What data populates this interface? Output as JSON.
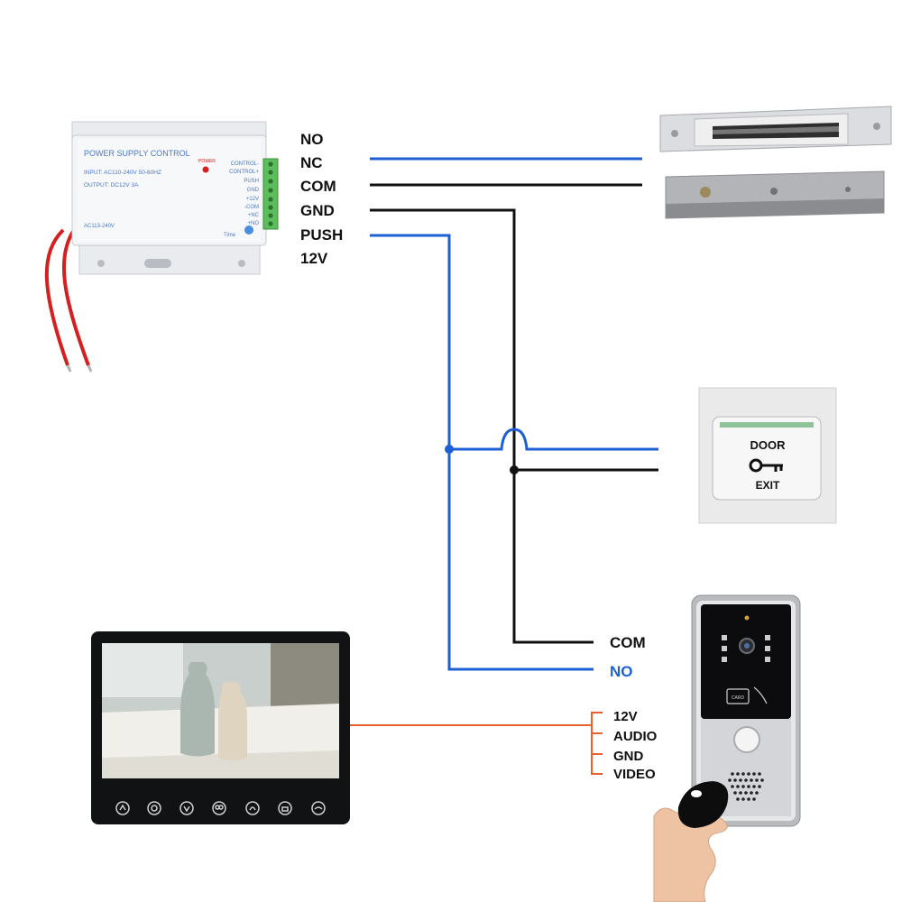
{
  "psu": {
    "title": "POWER SUPPLY CONTROL",
    "input": "INPUT: AC110-240V 50-60HZ",
    "output": "OUTPUT: DC12V  3A",
    "ac_label": "AC113-240V",
    "power_label": "POWER",
    "time_label": "Time",
    "terminals": [
      "CONTROL-",
      "CONTROL+",
      "PUSH",
      "GND",
      "+12V",
      "-COM",
      "+NC",
      "+NO"
    ]
  },
  "psu_outputs": [
    "NO",
    "NC",
    "COM",
    "GND",
    "PUSH",
    "12V"
  ],
  "exit_button": {
    "top": "DOOR",
    "bottom": "EXIT"
  },
  "outdoor_unit": {
    "lock_terminals": [
      "COM",
      "NO"
    ],
    "video_terminals": [
      "12V",
      "AUDIO",
      "GND",
      "VIDEO"
    ],
    "card_label": "CARD"
  },
  "colors": {
    "blue_wire": "#1f5fd6",
    "black_wire": "#111111",
    "orange_wire": "#e8602c",
    "red_wire": "#d42020",
    "terminal_green": "#5bbd5b"
  }
}
